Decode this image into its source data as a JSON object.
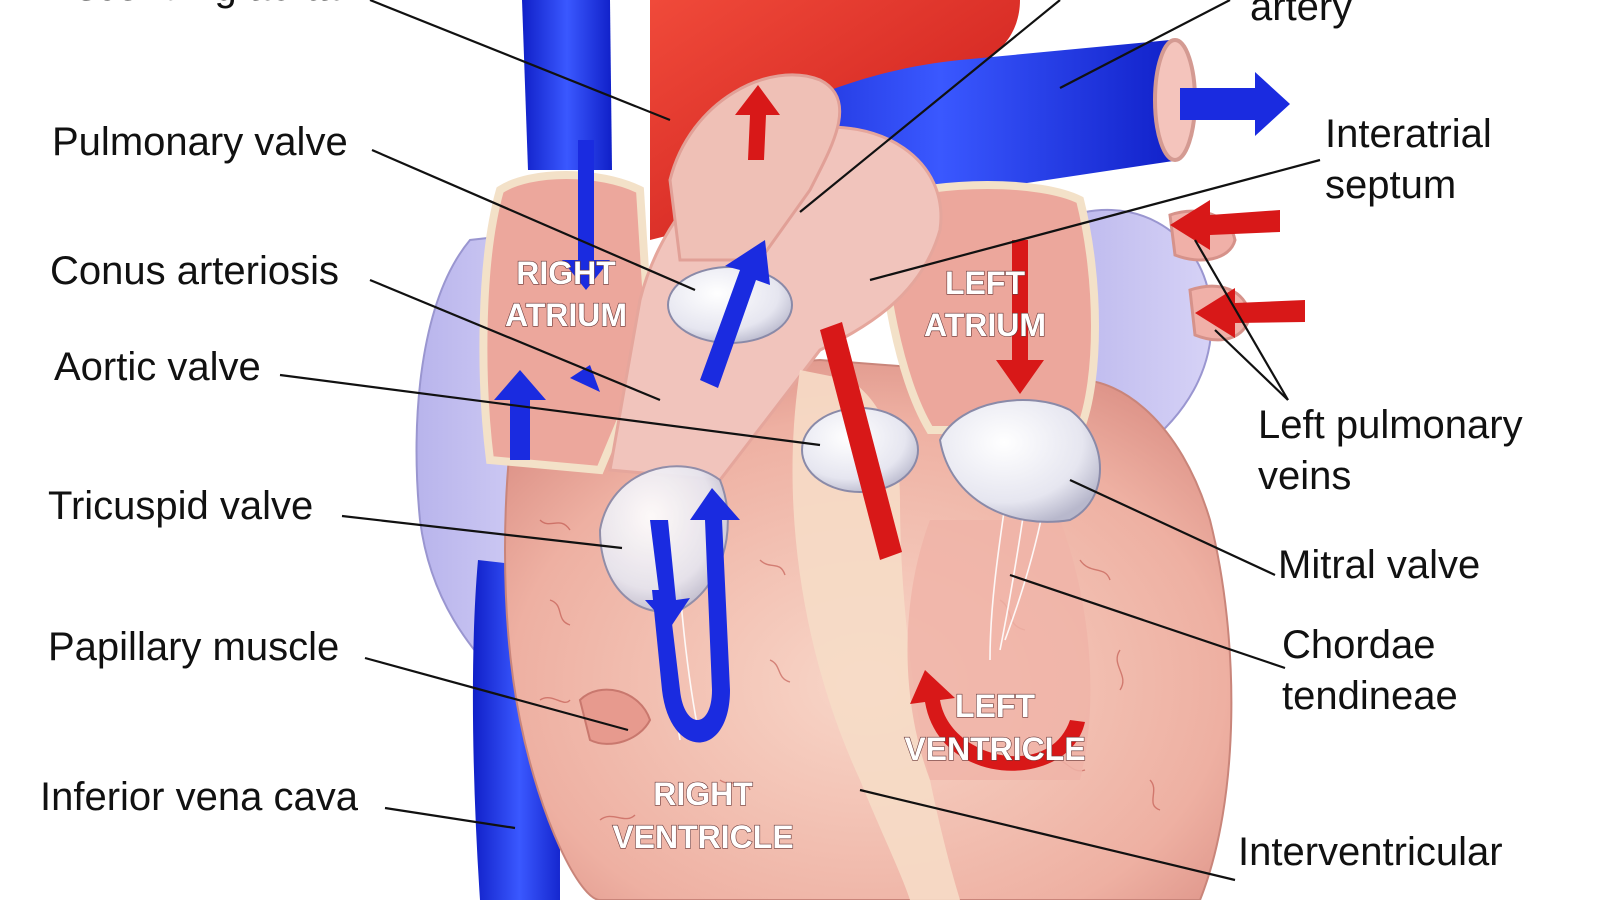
{
  "labels": {
    "ascending_aorta": "Ascending aorta",
    "pulmonary_valve": "Pulmonary valve",
    "conus_arteriosis": "Conus arteriosis",
    "aortic_valve": "Aortic valve",
    "tricuspid_valve": "Tricuspid valve",
    "papillary_muscle": "Papillary muscle",
    "inferior_vena_cava": "Inferior vena cava",
    "pulmonary_artery_partial": "artery",
    "interatrial_septum_1": "Interatrial",
    "interatrial_septum_2": "septum",
    "left_pulmonary_veins_1": "Left pulmonary",
    "left_pulmonary_veins_2": "veins",
    "mitral_valve": "Mitral valve",
    "chordae_tendineae_1": "Chordae",
    "chordae_tendineae_2": "tendineae",
    "interventricular_partial": "Interventricular"
  },
  "chambers": {
    "right_atrium_1": "RIGHT",
    "right_atrium_2": "ATRIUM",
    "left_atrium_1": "LEFT",
    "left_atrium_2": "ATRIUM",
    "left_ventricle_1": "LEFT",
    "left_ventricle_2": "VENTRICLE",
    "right_ventricle_1": "RIGHT",
    "right_ventricle_2": "VENTRICLE"
  },
  "colors": {
    "deoxygenated": "#1a2be0",
    "oxygenated": "#d81818",
    "tissue": "#f2b8ad",
    "label": "#111111"
  }
}
